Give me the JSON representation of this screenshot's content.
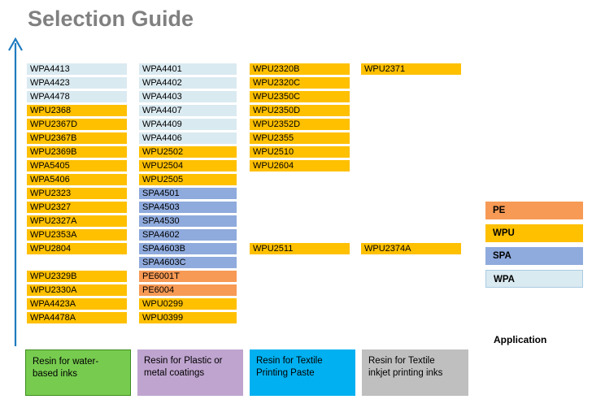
{
  "page_title": "Selection Guide",
  "axis": {
    "icon": "up-arrow-icon",
    "color": "#1f7bbf"
  },
  "colors": {
    "WPA": "#daeaf1",
    "WPU": "#ffc000",
    "SPA": "#8faadc",
    "PE": "#f79a55",
    "title_text": "#808080",
    "app_water": "#77cc4f",
    "app_plastic": "#bfa4cf",
    "app_textile_paste": "#00b0f0",
    "app_textile_inkjet": "#bfbfbf"
  },
  "columns": [
    {
      "id": "column-1",
      "items": [
        {
          "label": "WPA4413",
          "type": "WPA"
        },
        {
          "label": "WPA4423",
          "type": "WPA"
        },
        {
          "label": "WPA4478",
          "type": "WPA"
        },
        {
          "label": "WPU2368",
          "type": "WPU"
        },
        {
          "label": "WPU2367D",
          "type": "WPU"
        },
        {
          "label": "WPU2367B",
          "type": "WPU"
        },
        {
          "label": "WPU2369B",
          "type": "WPU"
        },
        {
          "label": "WPA5405",
          "type": "WPU"
        },
        {
          "label": "WPA5406",
          "type": "WPU"
        },
        {
          "label": "WPU2323",
          "type": "WPU"
        },
        {
          "label": "WPU2327",
          "type": "WPU"
        },
        {
          "label": "WPU2327A",
          "type": "WPU"
        },
        {
          "label": "WPU2353A",
          "type": "WPU"
        },
        {
          "label": "WPU2804",
          "type": "WPU"
        },
        {
          "label": "",
          "type": "spacer"
        },
        {
          "label": "WPU2329B",
          "type": "WPU"
        },
        {
          "label": "WPU2330A",
          "type": "WPU"
        },
        {
          "label": "WPA4423A",
          "type": "WPU"
        },
        {
          "label": "WPA4478A",
          "type": "WPU"
        }
      ]
    },
    {
      "id": "column-2",
      "items": [
        {
          "label": "WPA4401",
          "type": "WPA"
        },
        {
          "label": "WPA4402",
          "type": "WPA"
        },
        {
          "label": "WPA4403",
          "type": "WPA"
        },
        {
          "label": "WPA4407",
          "type": "WPA"
        },
        {
          "label": "WPA4409",
          "type": "WPA"
        },
        {
          "label": "WPA4406",
          "type": "WPA"
        },
        {
          "label": "WPU2502",
          "type": "WPU"
        },
        {
          "label": "WPU2504",
          "type": "WPU"
        },
        {
          "label": "WPU2505",
          "type": "WPU"
        },
        {
          "label": "SPA4501",
          "type": "SPA"
        },
        {
          "label": "SPA4503",
          "type": "SPA"
        },
        {
          "label": "SPA4530",
          "type": "SPA"
        },
        {
          "label": "SPA4602",
          "type": "SPA"
        },
        {
          "label": "SPA4603B",
          "type": "SPA"
        },
        {
          "label": "SPA4603C",
          "type": "SPA"
        },
        {
          "label": "PE6001T",
          "type": "PE"
        },
        {
          "label": "PE6004",
          "type": "PE"
        },
        {
          "label": "WPU0299",
          "type": "WPU"
        },
        {
          "label": "WPU0399",
          "type": "WPU"
        }
      ]
    },
    {
      "id": "column-3",
      "items": [
        {
          "label": "WPU2320B",
          "type": "WPU"
        },
        {
          "label": "WPU2320C",
          "type": "WPU"
        },
        {
          "label": "WPU2350C",
          "type": "WPU"
        },
        {
          "label": "WPU2350D",
          "type": "WPU"
        },
        {
          "label": "WPU2352D",
          "type": "WPU"
        },
        {
          "label": "WPU2355",
          "type": "WPU"
        },
        {
          "label": "WPU2510",
          "type": "WPU"
        },
        {
          "label": "WPU2604",
          "type": "WPU"
        },
        {
          "label": "",
          "type": "spacer"
        },
        {
          "label": "",
          "type": "spacer"
        },
        {
          "label": "",
          "type": "spacer"
        },
        {
          "label": "",
          "type": "spacer"
        },
        {
          "label": "",
          "type": "spacer"
        },
        {
          "label": "WPU2511",
          "type": "WPU"
        }
      ]
    },
    {
      "id": "column-4",
      "items": [
        {
          "label": "WPU2371",
          "type": "WPU"
        },
        {
          "label": "",
          "type": "spacer"
        },
        {
          "label": "",
          "type": "spacer"
        },
        {
          "label": "",
          "type": "spacer"
        },
        {
          "label": "",
          "type": "spacer"
        },
        {
          "label": "",
          "type": "spacer"
        },
        {
          "label": "",
          "type": "spacer"
        },
        {
          "label": "",
          "type": "spacer"
        },
        {
          "label": "",
          "type": "spacer"
        },
        {
          "label": "",
          "type": "spacer"
        },
        {
          "label": "",
          "type": "spacer"
        },
        {
          "label": "",
          "type": "spacer"
        },
        {
          "label": "",
          "type": "spacer"
        },
        {
          "label": "WPU2374A",
          "type": "WPU"
        }
      ]
    }
  ],
  "type_legend": [
    {
      "label": "PE",
      "type": "PE"
    },
    {
      "label": "WPU",
      "type": "WPU"
    },
    {
      "label": "SPA",
      "type": "SPA"
    },
    {
      "label": "WPA",
      "type": "WPA"
    }
  ],
  "application_label": "Application",
  "application_boxes": [
    {
      "id": "app-box-1",
      "line1": "Resin for water-",
      "line2": "based inks"
    },
    {
      "id": "app-box-2",
      "line1": "Resin for Plastic or",
      "line2": "metal coatings"
    },
    {
      "id": "app-box-3",
      "line1": "Resin for Textile",
      "line2": "Printing Paste"
    },
    {
      "id": "app-box-4",
      "line1": "Resin for Textile",
      "line2": "inkjet printing inks"
    }
  ]
}
